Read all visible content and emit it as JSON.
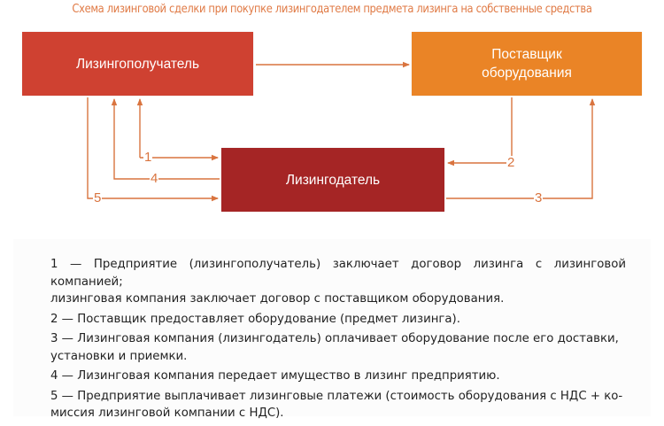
{
  "title": "Схема лизинговой сделки при покупке лизингодателем предмета лизинга на собственные средства",
  "colors": {
    "title": "#e07a45",
    "lessee_box": "#cf4131",
    "supplier_box": "#ea8426",
    "lessor_box": "#a52525",
    "connector": "#d9743f",
    "text": "#222222"
  },
  "nodes": {
    "lessee": "Лизингополучатель",
    "supplier_line1": "Поставщик",
    "supplier_line2": "оборудования",
    "lessor": "Лизингодатель"
  },
  "steps": {
    "s1": "1",
    "s2": "2",
    "s3": "3",
    "s4": "4",
    "s5": "5"
  },
  "edges": [
    {
      "from": "lessee",
      "to": "supplier",
      "label": ""
    },
    {
      "from": "lessee",
      "to": "lessor",
      "label": "1",
      "bidirectional": true
    },
    {
      "from": "supplier",
      "to": "lessor",
      "label": "2"
    },
    {
      "from": "lessor",
      "to": "supplier",
      "label": "3"
    },
    {
      "from": "lessor",
      "to": "lessee",
      "label": "4"
    },
    {
      "from": "lessee",
      "to": "lessor",
      "label": "5"
    }
  ],
  "notes": [
    {
      "line1": "1 — Предприятие (лизингополучатель) заключает договор лизинга с лизинговой компанией;",
      "line2": "лизинговая компания заключает договор с поставщиком оборудования."
    },
    {
      "line1": "2 — Поставщик предоставляет оборудование (предмет лизинга).",
      "line2": ""
    },
    {
      "line1": "3 — Лизинговая компания (лизингодатель) оплачивает оборудование после его доставки,",
      "line2": "установки и приемки."
    },
    {
      "line1": "4 — Лизинговая компания передает имущество в лизинг предприятию.",
      "line2": ""
    },
    {
      "line1": "5 — Предприятие выплачивает лизинговые платежи (стоимость оборудования с НДС + ко-",
      "line2": "миссия лизинговой компании с НДС)."
    }
  ]
}
